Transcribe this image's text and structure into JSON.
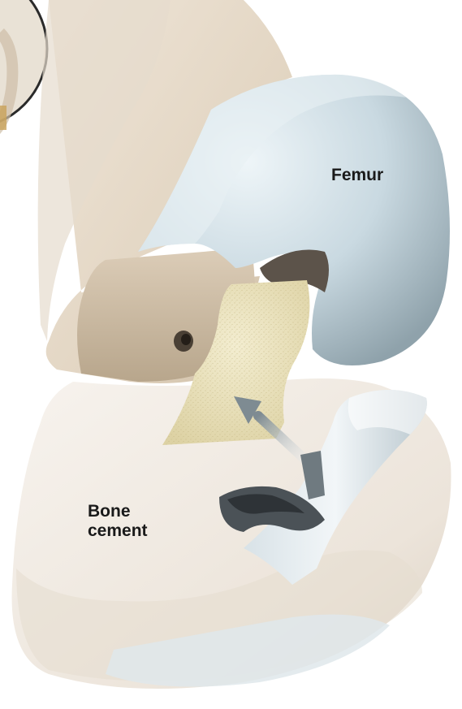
{
  "labels": {
    "femur": "Femur",
    "bone_cement": [
      "Bone",
      "cement"
    ]
  },
  "colors": {
    "background": "#ffffff",
    "femur_bone": "#e8dccb",
    "femur_cut_surface": "#cdbda6",
    "implant_silver": "#c6d6de",
    "implant_shadow": "#8d9aa1",
    "bone_cement": "#ebe3bf",
    "tibia_bone": "#f3eee7",
    "callout_ring": "#2a2a2a",
    "label_text": "#1a1a1a"
  },
  "icons": {
    "insertion_arrow": "arrow-up-left-icon",
    "magnifier_ring": "callout-circle-icon"
  }
}
